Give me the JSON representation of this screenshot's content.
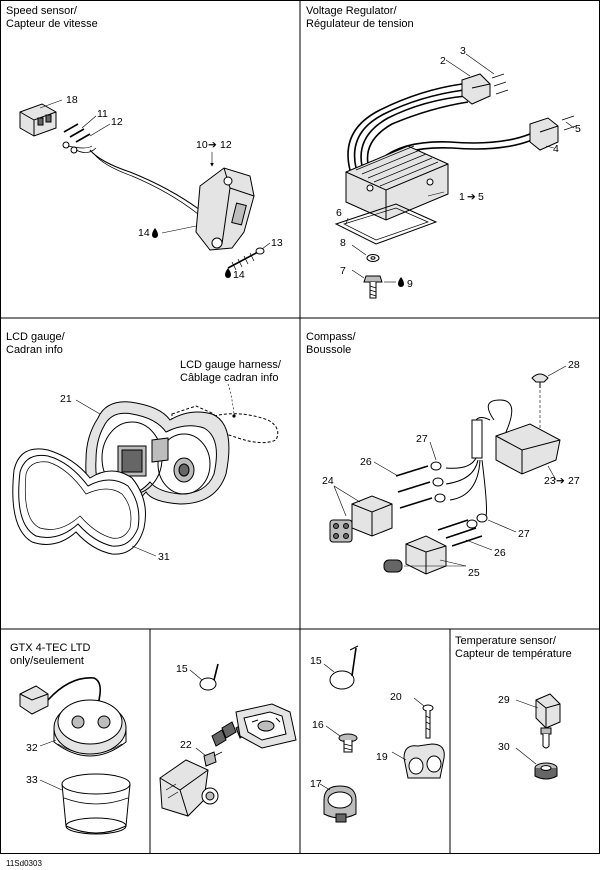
{
  "panels": {
    "speed_sensor": {
      "title_en": "Speed sensor/",
      "title_fr": "Capteur de vitesse",
      "labels": {
        "p18": "18",
        "p11": "11",
        "p12": "12",
        "p10_12": "10",
        "p10_12_end": "12",
        "p14a": "14",
        "p13": "13",
        "p14b": "14"
      }
    },
    "voltage_regulator": {
      "title_en": "Voltage Regulator/",
      "title_fr": "Régulateur de tension",
      "labels": {
        "p3": "3",
        "p2": "2",
        "p5": "5",
        "p4": "4",
        "p1_5": "1",
        "p1_5_end": "5",
        "p6": "6",
        "p8": "8",
        "p7": "7",
        "p9": "9"
      }
    },
    "lcd_gauge": {
      "title_en": "LCD gauge/",
      "title_fr": "Cadran info",
      "harness_en": "LCD gauge harness/",
      "harness_fr": "Câblage cadran info",
      "labels": {
        "p21": "21",
        "p31": "31"
      }
    },
    "compass": {
      "title_en": "Compass/",
      "title_fr": "Boussole",
      "labels": {
        "p28": "28",
        "p27a": "27",
        "p26a": "26",
        "p24": "24",
        "p23_27": "23",
        "p23_27_end": "27",
        "p27b": "27",
        "p26b": "26",
        "p25": "25"
      }
    },
    "gtx": {
      "title_en": "GTX 4-TEC LTD",
      "title_fr": "only/seulement",
      "labels": {
        "p32": "32",
        "p33": "33"
      }
    },
    "fasteners_left": {
      "labels": {
        "p15": "15",
        "p22": "22"
      }
    },
    "fasteners_right": {
      "labels": {
        "p15": "15",
        "p20": "20",
        "p16": "16",
        "p19": "19",
        "p17": "17"
      }
    },
    "temperature_sensor": {
      "title_en": "Temperature sensor/",
      "title_fr": "Capteur de température",
      "labels": {
        "p29": "29",
        "p30": "30"
      }
    }
  },
  "footer": {
    "code": "11Sd0303"
  }
}
